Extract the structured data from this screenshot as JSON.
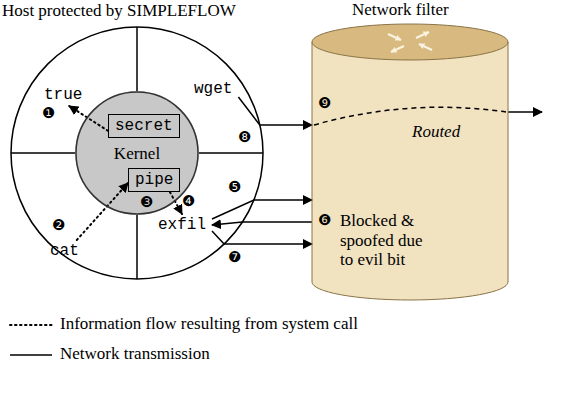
{
  "diagram": {
    "nodes": [
      {
        "text": [
          "Host protected by SIMPLEFLOW"
        ]
      },
      {
        "text": [
          "true"
        ],
        "in": 0
      },
      {
        "text": [
          "wget"
        ],
        "in": 0
      },
      {
        "text": [
          "Kernel"
        ],
        "in": 0
      },
      {
        "text": [
          "secret"
        ],
        "in": 3
      },
      {
        "text": [
          "pipe"
        ],
        "in": 3
      },
      {
        "text": [
          "cat"
        ],
        "in": 0
      },
      {
        "text": [
          "exfil"
        ],
        "in": 0
      },
      {
        "text": [
          "Network filter",
          "Routed",
          "Blocked & spoofed due to evil bit"
        ]
      }
    ],
    "edges": [
      {
        "from": 4,
        "to": 1,
        "arrow": "to"
      },
      {
        "from": 6,
        "to": 5,
        "arrow": "to"
      },
      {
        "from": 5,
        "to": 7,
        "arrow": "to"
      },
      {
        "from": 2,
        "to": 8,
        "arrow": "to"
      },
      {
        "from": 7,
        "to": 8,
        "arrow": "to"
      },
      {
        "from": 8,
        "to": 7,
        "arrow": "to"
      },
      {
        "from": 7,
        "to": 8,
        "arrow": "to"
      }
    ],
    "labels": [
      "❶",
      "❷",
      "❸",
      "❹",
      "❺",
      "❻",
      "❼",
      "❽",
      "❾"
    ],
    "legend": [
      {
        "text": "Information flow resulting from system call"
      },
      {
        "text": "Network transmission"
      }
    ]
  }
}
